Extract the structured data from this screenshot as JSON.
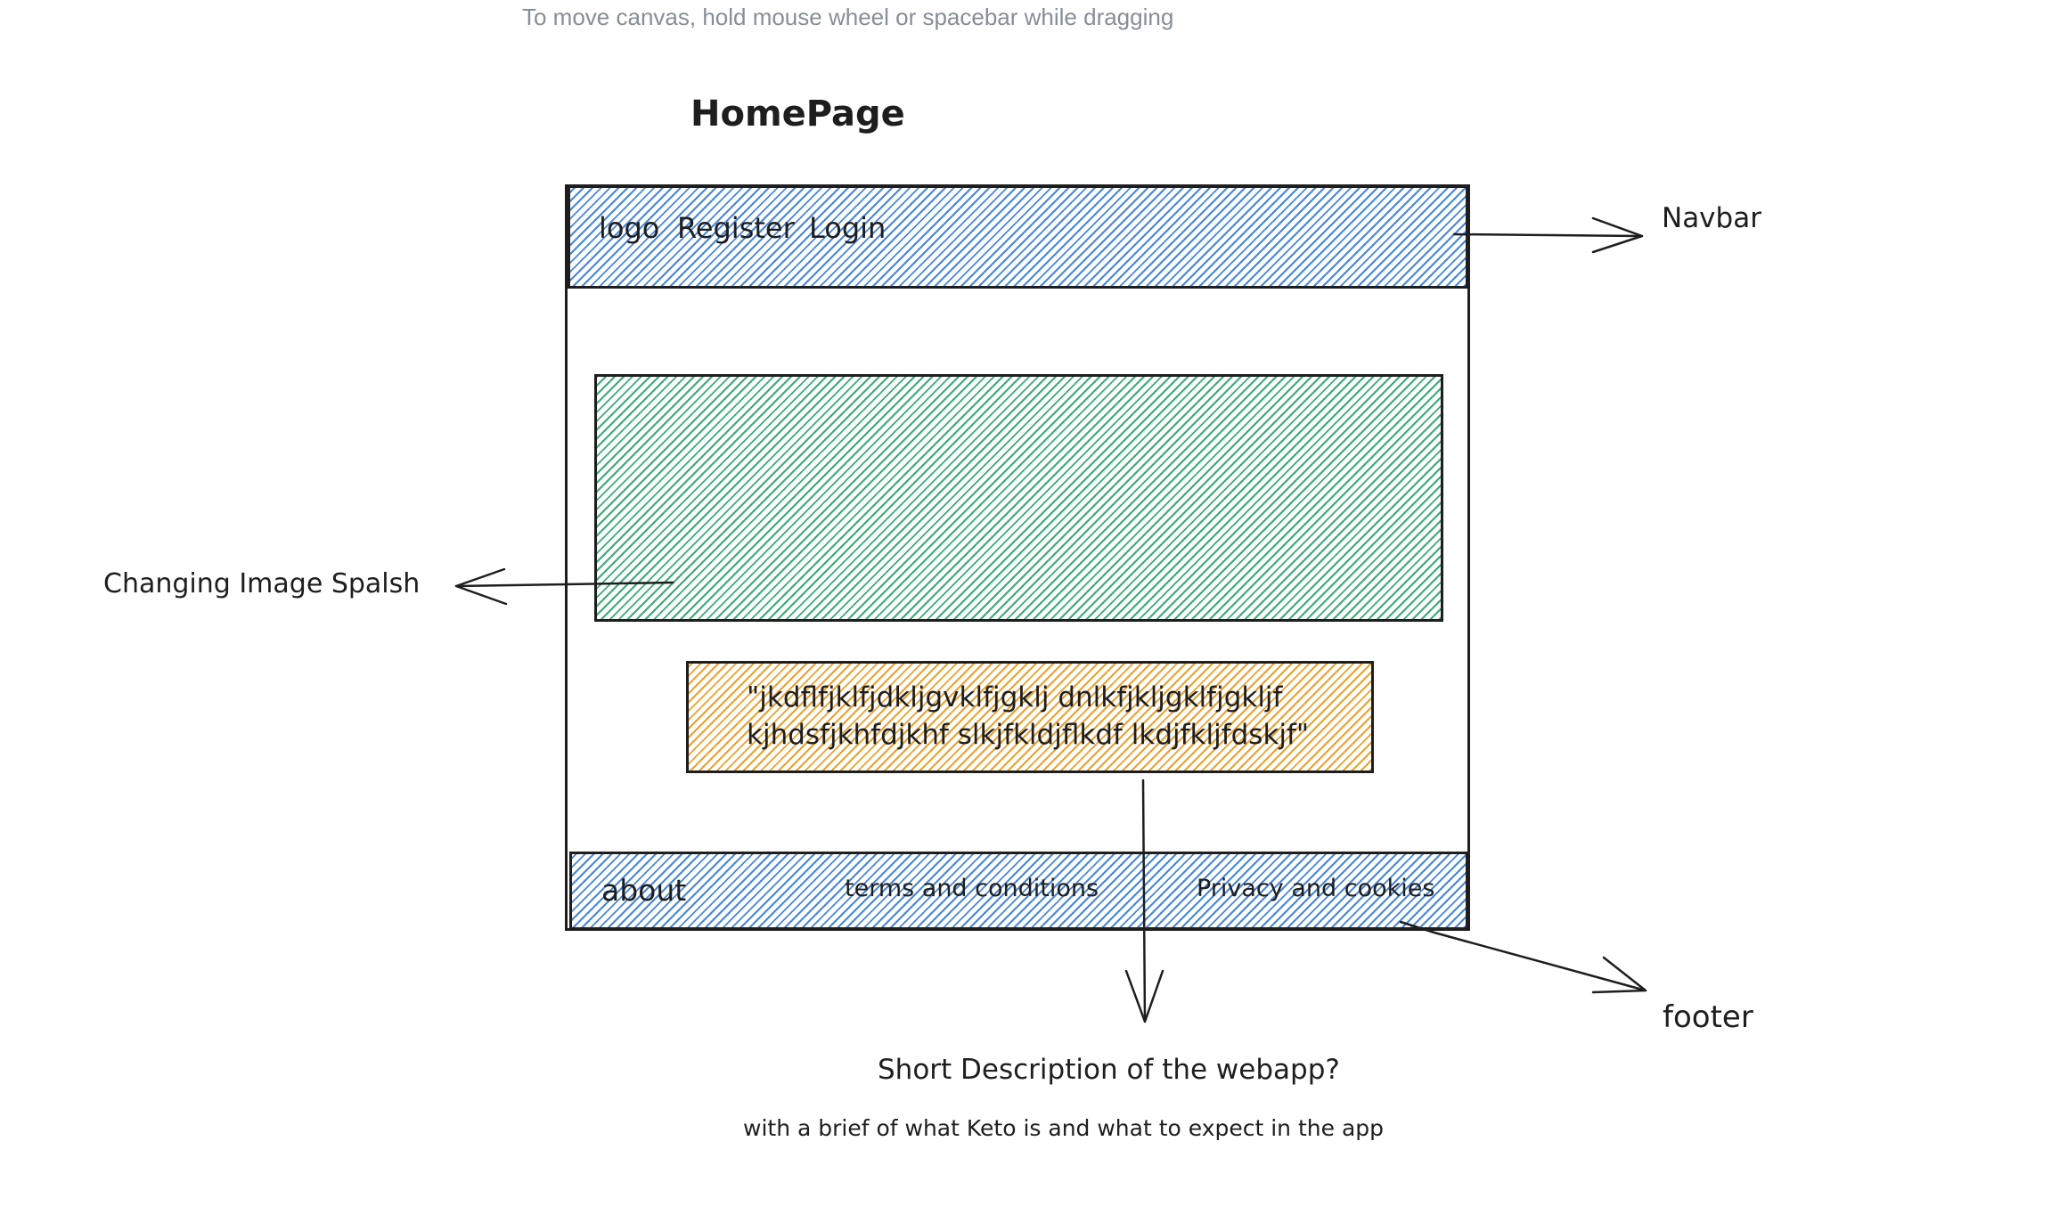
{
  "canvas_hint": "To move canvas, hold mouse wheel or spacebar while dragging",
  "page_title": "HomePage",
  "navbar": {
    "logo": "logo",
    "register": "Register",
    "login": "Login",
    "annotation": "Navbar"
  },
  "splash": {
    "annotation": "Changing Image Spalsh"
  },
  "description": {
    "line1": "\"jkdflfjklfjdkljgvklfjgklj dnlkfjkljgklfjgkljf",
    "line2": "kjhdsfjkhfdjkhf slkjfkldjflkdf lkdjfkljfdskjf\"",
    "annotation_title": "Short Description of the webapp?",
    "annotation_detail": "with a brief of what Keto is and what to expect in the app"
  },
  "footer": {
    "about": "about",
    "terms": "terms and conditions",
    "privacy": "Privacy and cookies",
    "annotation": "footer"
  },
  "colors": {
    "navbar_hatch": "#4a86d4",
    "splash_hatch": "#40a878",
    "description_hatch": "#e7a233",
    "stroke": "#1e1e1e",
    "hint_text": "#868e96"
  }
}
